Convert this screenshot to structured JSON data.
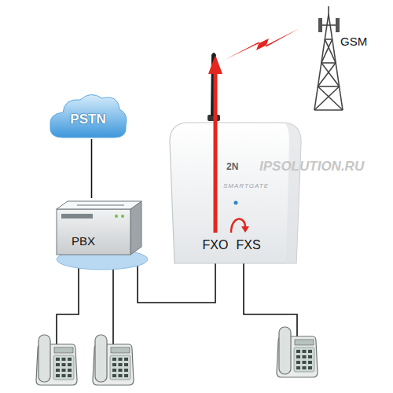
{
  "diagram": {
    "nodes": [
      {
        "text": [
          "PSTN"
        ]
      },
      {
        "text": [
          "PBX"
        ]
      },
      {
        "text": [
          "FXO",
          "FXS"
        ]
      }
    ],
    "edges": [
      {
        "from": 0,
        "to": 1,
        "arrow": "none"
      },
      {
        "from": 1,
        "to": 2,
        "arrow": "none"
      }
    ],
    "labels": [
      "GSM",
      "2N",
      "SMARTGATE",
      "IPSOLUTION.RU"
    ]
  }
}
